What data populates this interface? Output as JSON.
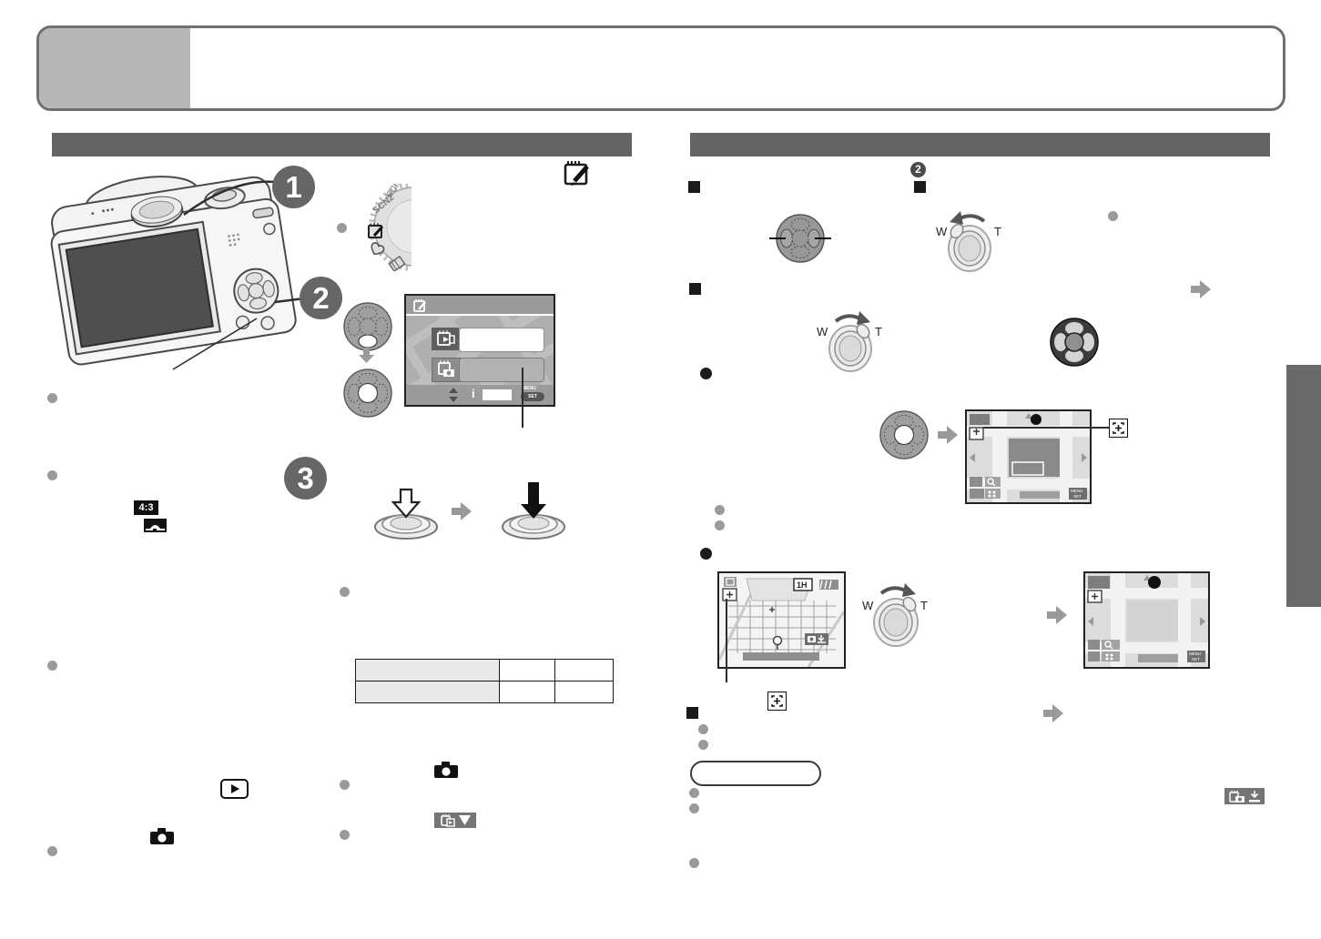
{
  "text": {
    "step1": "1",
    "step2": "2",
    "step3": "3",
    "substep2": "2",
    "scn1": "SCN1",
    "scn2": "SCN2",
    "w": "W",
    "t": "T",
    "aspect": "4:3",
    "scale": "1H",
    "menu": "MENU",
    "set": "SET",
    "info": "i"
  },
  "table": {
    "rows": [
      [
        "",
        "",
        ""
      ],
      [
        "",
        "",
        ""
      ]
    ]
  },
  "colors": {
    "section_bar": "#646464",
    "step_circle": "#666666",
    "title_block": "#b7b7b7",
    "side_tab": "#696969",
    "lcd_background": "#b4b4b4"
  }
}
